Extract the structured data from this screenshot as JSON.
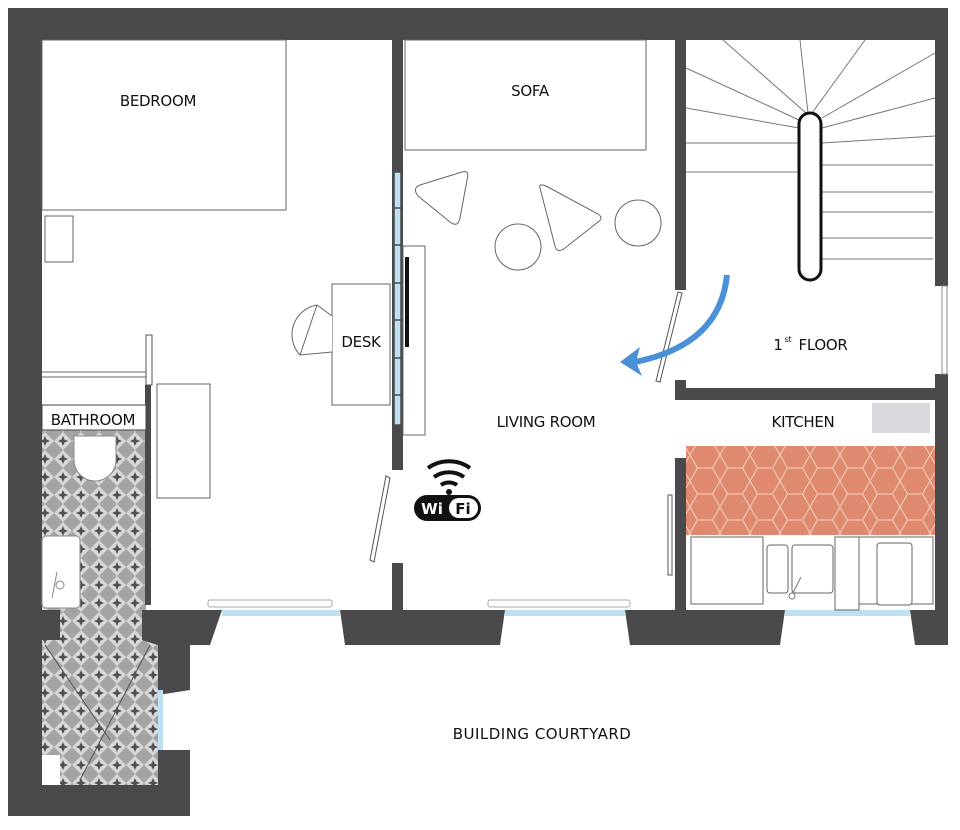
{
  "plan": {
    "rooms": {
      "bedroom": "BEDROOM",
      "sofa": "SOFA",
      "desk": "DESK",
      "first_floor_num": "1",
      "first_floor_sup": "st",
      "first_floor": "FLOOR",
      "living_room": "LIVING ROOM",
      "kitchen": "KITCHEN",
      "bathroom": "BATHROOM",
      "courtyard": "BUILDING COURTYARD"
    },
    "wifi_logo": {
      "left": "Wi",
      "right": "Fi"
    },
    "colors": {
      "wall": "#4a4a4c",
      "window": "#bfe0f3",
      "arrow": "#4a90d9",
      "kitchen_tiles": "#df8a6e",
      "bathroom_tiles": "#9a9a9c",
      "counter": "#d9d9de"
    },
    "icons": [
      "wifi-icon",
      "direction-arrow-icon"
    ]
  }
}
